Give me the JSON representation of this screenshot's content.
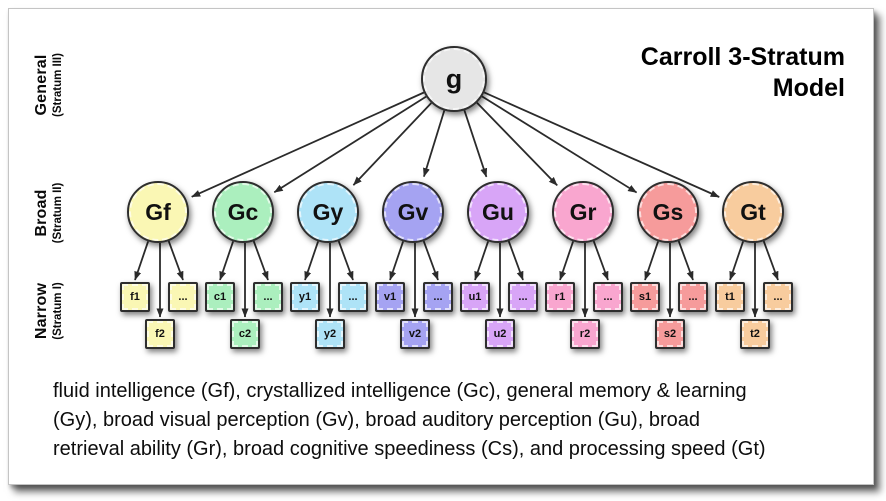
{
  "title": {
    "line1": "Carroll 3-Stratum",
    "line2": "Model"
  },
  "strata": [
    {
      "label": "General",
      "sublabel": "(Stratum III)"
    },
    {
      "label": "Broad",
      "sublabel": "(Stratum II)"
    },
    {
      "label": "Narrow",
      "sublabel": "(Stratum I)"
    }
  ],
  "general_node": {
    "label": "g",
    "color": "#e6e6e6"
  },
  "broad_nodes": [
    {
      "label": "Gf",
      "color": "#faf7b4",
      "narrow_first": "f1",
      "narrow_more": "...",
      "narrow_below": "f2"
    },
    {
      "label": "Gc",
      "color": "#abefbe",
      "narrow_first": "c1",
      "narrow_more": "...",
      "narrow_below": "c2"
    },
    {
      "label": "Gy",
      "color": "#aee3f7",
      "narrow_first": "y1",
      "narrow_more": "...",
      "narrow_below": "y2"
    },
    {
      "label": "Gv",
      "color": "#a5a3f2",
      "narrow_first": "v1",
      "narrow_more": "...",
      "narrow_below": "v2"
    },
    {
      "label": "Gu",
      "color": "#d8a5f7",
      "narrow_first": "u1",
      "narrow_more": "...",
      "narrow_below": "u2"
    },
    {
      "label": "Gr",
      "color": "#f9a6cf",
      "narrow_first": "r1",
      "narrow_more": "...",
      "narrow_below": "r2"
    },
    {
      "label": "Gs",
      "color": "#f69b9b",
      "narrow_first": "s1",
      "narrow_more": "...",
      "narrow_below": "s2"
    },
    {
      "label": "Gt",
      "color": "#f8cc9e",
      "narrow_first": "t1",
      "narrow_more": "...",
      "narrow_below": "t2"
    }
  ],
  "caption": {
    "line1": "fluid intelligence (Gf), crystallized intelligence (Gc), general memory & learning",
    "line2": "(Gy), broad visual perception (Gv), broad auditory perception (Gu), broad",
    "line3": "retrieval ability (Gr), broad cognitive speediness (Cs), and processing speed (Gt)"
  },
  "arrow_color": "#2b2b2b"
}
